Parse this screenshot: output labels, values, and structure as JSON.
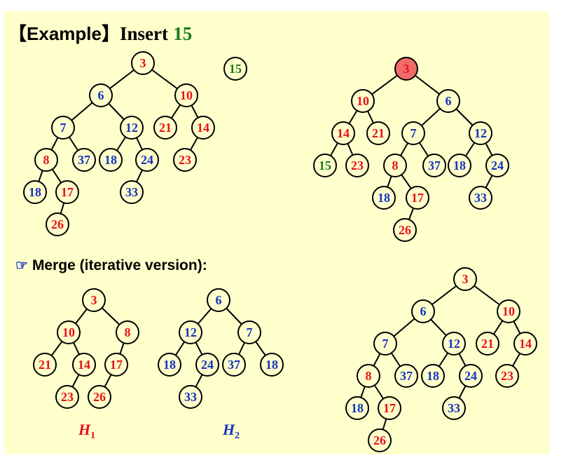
{
  "title": {
    "bracket_open": "【",
    "word": "Example",
    "bracket_close": "】",
    "insert": "Insert",
    "key": "15"
  },
  "merge_heading": {
    "icon": "pointing-hand-icon",
    "text": "Merge (iterative version):"
  },
  "colors": {
    "red": "#e8101a",
    "blue": "#1533c2",
    "green": "#1b7a1b",
    "root_highlight": "#f26b6b",
    "background": "#ffffcc"
  },
  "trees": [
    {
      "name": "insert-before",
      "nodes": [
        {
          "id": "a3",
          "v": "3",
          "c": "red"
        },
        {
          "id": "a6",
          "v": "6",
          "c": "blue"
        },
        {
          "id": "a10",
          "v": "10",
          "c": "red"
        },
        {
          "id": "a7",
          "v": "7",
          "c": "blue"
        },
        {
          "id": "a12",
          "v": "12",
          "c": "blue"
        },
        {
          "id": "a21",
          "v": "21",
          "c": "red"
        },
        {
          "id": "a14",
          "v": "14",
          "c": "red"
        },
        {
          "id": "a8",
          "v": "8",
          "c": "red"
        },
        {
          "id": "a37",
          "v": "37",
          "c": "blue"
        },
        {
          "id": "a18b",
          "v": "18",
          "c": "blue"
        },
        {
          "id": "a24",
          "v": "24",
          "c": "blue"
        },
        {
          "id": "a23",
          "v": "23",
          "c": "red"
        },
        {
          "id": "a18",
          "v": "18",
          "c": "blue"
        },
        {
          "id": "a17",
          "v": "17",
          "c": "red"
        },
        {
          "id": "a33",
          "v": "33",
          "c": "blue"
        },
        {
          "id": "a26",
          "v": "26",
          "c": "red"
        }
      ]
    },
    {
      "name": "insert-key",
      "nodes": [
        {
          "id": "k15",
          "v": "15",
          "c": "green"
        }
      ]
    },
    {
      "name": "insert-after",
      "nodes": [
        {
          "id": "b3",
          "v": "3",
          "c": "red",
          "highlight": true
        },
        {
          "id": "b10",
          "v": "10",
          "c": "red"
        },
        {
          "id": "b6",
          "v": "6",
          "c": "blue"
        },
        {
          "id": "b14",
          "v": "14",
          "c": "red"
        },
        {
          "id": "b21",
          "v": "21",
          "c": "red"
        },
        {
          "id": "b7",
          "v": "7",
          "c": "blue"
        },
        {
          "id": "b12",
          "v": "12",
          "c": "blue"
        },
        {
          "id": "b15",
          "v": "15",
          "c": "green"
        },
        {
          "id": "b23",
          "v": "23",
          "c": "red"
        },
        {
          "id": "b8",
          "v": "8",
          "c": "red"
        },
        {
          "id": "b37",
          "v": "37",
          "c": "blue"
        },
        {
          "id": "b18b",
          "v": "18",
          "c": "blue"
        },
        {
          "id": "b24",
          "v": "24",
          "c": "blue"
        },
        {
          "id": "b18",
          "v": "18",
          "c": "blue"
        },
        {
          "id": "b17",
          "v": "17",
          "c": "red"
        },
        {
          "id": "b33",
          "v": "33",
          "c": "blue"
        },
        {
          "id": "b26",
          "v": "26",
          "c": "red"
        }
      ]
    },
    {
      "name": "heap-h1",
      "nodes": [
        {
          "id": "c3",
          "v": "3",
          "c": "red"
        },
        {
          "id": "c10",
          "v": "10",
          "c": "red"
        },
        {
          "id": "c8",
          "v": "8",
          "c": "red"
        },
        {
          "id": "c21",
          "v": "21",
          "c": "red"
        },
        {
          "id": "c14",
          "v": "14",
          "c": "red"
        },
        {
          "id": "c17",
          "v": "17",
          "c": "red"
        },
        {
          "id": "c23",
          "v": "23",
          "c": "red"
        },
        {
          "id": "c26",
          "v": "26",
          "c": "red"
        }
      ]
    },
    {
      "name": "heap-h2",
      "nodes": [
        {
          "id": "d6",
          "v": "6",
          "c": "blue"
        },
        {
          "id": "d12",
          "v": "12",
          "c": "blue"
        },
        {
          "id": "d7",
          "v": "7",
          "c": "blue"
        },
        {
          "id": "d18",
          "v": "18",
          "c": "blue"
        },
        {
          "id": "d24",
          "v": "24",
          "c": "blue"
        },
        {
          "id": "d37",
          "v": "37",
          "c": "blue"
        },
        {
          "id": "d18b",
          "v": "18",
          "c": "blue"
        },
        {
          "id": "d33",
          "v": "33",
          "c": "blue"
        }
      ]
    },
    {
      "name": "merge-result",
      "nodes": [
        {
          "id": "e3",
          "v": "3",
          "c": "red"
        },
        {
          "id": "e6",
          "v": "6",
          "c": "blue"
        },
        {
          "id": "e10",
          "v": "10",
          "c": "red"
        },
        {
          "id": "e7",
          "v": "7",
          "c": "blue"
        },
        {
          "id": "e12",
          "v": "12",
          "c": "blue"
        },
        {
          "id": "e21",
          "v": "21",
          "c": "red"
        },
        {
          "id": "e14",
          "v": "14",
          "c": "red"
        },
        {
          "id": "e8",
          "v": "8",
          "c": "red"
        },
        {
          "id": "e37",
          "v": "37",
          "c": "blue"
        },
        {
          "id": "e18b",
          "v": "18",
          "c": "blue"
        },
        {
          "id": "e24",
          "v": "24",
          "c": "blue"
        },
        {
          "id": "e23",
          "v": "23",
          "c": "red"
        },
        {
          "id": "e18",
          "v": "18",
          "c": "blue"
        },
        {
          "id": "e17",
          "v": "17",
          "c": "red"
        },
        {
          "id": "e33",
          "v": "33",
          "c": "blue"
        },
        {
          "id": "e26",
          "v": "26",
          "c": "red"
        }
      ]
    }
  ],
  "edges": [
    [
      "a3",
      "a6"
    ],
    [
      "a3",
      "a10"
    ],
    [
      "a6",
      "a7"
    ],
    [
      "a6",
      "a12"
    ],
    [
      "a10",
      "a21"
    ],
    [
      "a10",
      "a14"
    ],
    [
      "a7",
      "a8"
    ],
    [
      "a7",
      "a37"
    ],
    [
      "a12",
      "a18b"
    ],
    [
      "a12",
      "a24"
    ],
    [
      "a14",
      "a23"
    ],
    [
      "a8",
      "a18"
    ],
    [
      "a8",
      "a17"
    ],
    [
      "a24",
      "a33"
    ],
    [
      "a17",
      "a26"
    ],
    [
      "b3",
      "b10"
    ],
    [
      "b3",
      "b6"
    ],
    [
      "b10",
      "b14"
    ],
    [
      "b10",
      "b21"
    ],
    [
      "b6",
      "b7"
    ],
    [
      "b6",
      "b12"
    ],
    [
      "b14",
      "b15"
    ],
    [
      "b14",
      "b23"
    ],
    [
      "b7",
      "b8"
    ],
    [
      "b7",
      "b37"
    ],
    [
      "b12",
      "b18b"
    ],
    [
      "b12",
      "b24"
    ],
    [
      "b8",
      "b18"
    ],
    [
      "b8",
      "b17"
    ],
    [
      "b24",
      "b33"
    ],
    [
      "b17",
      "b26"
    ],
    [
      "c3",
      "c10"
    ],
    [
      "c3",
      "c8"
    ],
    [
      "c10",
      "c21"
    ],
    [
      "c10",
      "c14"
    ],
    [
      "c8",
      "c17"
    ],
    [
      "c14",
      "c23"
    ],
    [
      "c17",
      "c26"
    ],
    [
      "d6",
      "d12"
    ],
    [
      "d6",
      "d7"
    ],
    [
      "d12",
      "d18"
    ],
    [
      "d12",
      "d24"
    ],
    [
      "d7",
      "d37"
    ],
    [
      "d7",
      "d18b"
    ],
    [
      "d24",
      "d33"
    ],
    [
      "e3",
      "e6"
    ],
    [
      "e3",
      "e10"
    ],
    [
      "e6",
      "e7"
    ],
    [
      "e6",
      "e12"
    ],
    [
      "e10",
      "e21"
    ],
    [
      "e10",
      "e14"
    ],
    [
      "e7",
      "e8"
    ],
    [
      "e7",
      "e37"
    ],
    [
      "e12",
      "e18b"
    ],
    [
      "e12",
      "e24"
    ],
    [
      "e14",
      "e23"
    ],
    [
      "e8",
      "e18"
    ],
    [
      "e8",
      "e17"
    ],
    [
      "e24",
      "e33"
    ],
    [
      "e17",
      "e26"
    ]
  ],
  "heap_labels": [
    {
      "id": "h1",
      "main": "H",
      "sub": "1",
      "c": "red"
    },
    {
      "id": "h2",
      "main": "H",
      "sub": "2",
      "c": "blue"
    }
  ]
}
